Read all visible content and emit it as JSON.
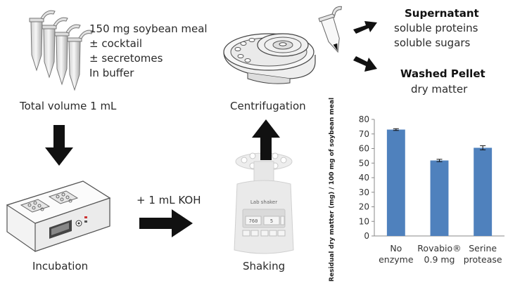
{
  "mix": {
    "lines": [
      "150 mg soybean meal",
      "± cocktail",
      "± secretomes",
      "In buffer"
    ],
    "total_volume": "Total volume 1 mL"
  },
  "steps": {
    "incubation": "Incubation",
    "koh": "+ 1 mL KOH",
    "shaking": "Shaking",
    "centrifugation": "Centrifugation"
  },
  "shaker_label": {
    "brand": "Lab shaker",
    "readout_a": "760",
    "readout_b": "5"
  },
  "outputs": {
    "supernatant": {
      "title": "Supernatant",
      "lines": [
        "soluble proteins",
        "soluble sugars"
      ]
    },
    "pellet": {
      "title": "Washed Pellet",
      "lines": [
        "dry matter"
      ]
    }
  },
  "chart_data": {
    "type": "bar",
    "ylabel": "Residual dry matter (mg) / 100 mg of soybean meal",
    "ylim": [
      0,
      80
    ],
    "yticks": [
      "0",
      "10",
      "20",
      "30",
      "40",
      "50",
      "60",
      "70",
      "80"
    ],
    "categories": [
      [
        "No",
        "enzyme"
      ],
      [
        "Rovabio®",
        "0.9 mg"
      ],
      [
        "Serine",
        "protease"
      ]
    ],
    "values": [
      73,
      51.8,
      60.5
    ],
    "errors": [
      0.6,
      0.8,
      1.4
    ],
    "bar_color": "#4f81bd",
    "grid": false
  }
}
